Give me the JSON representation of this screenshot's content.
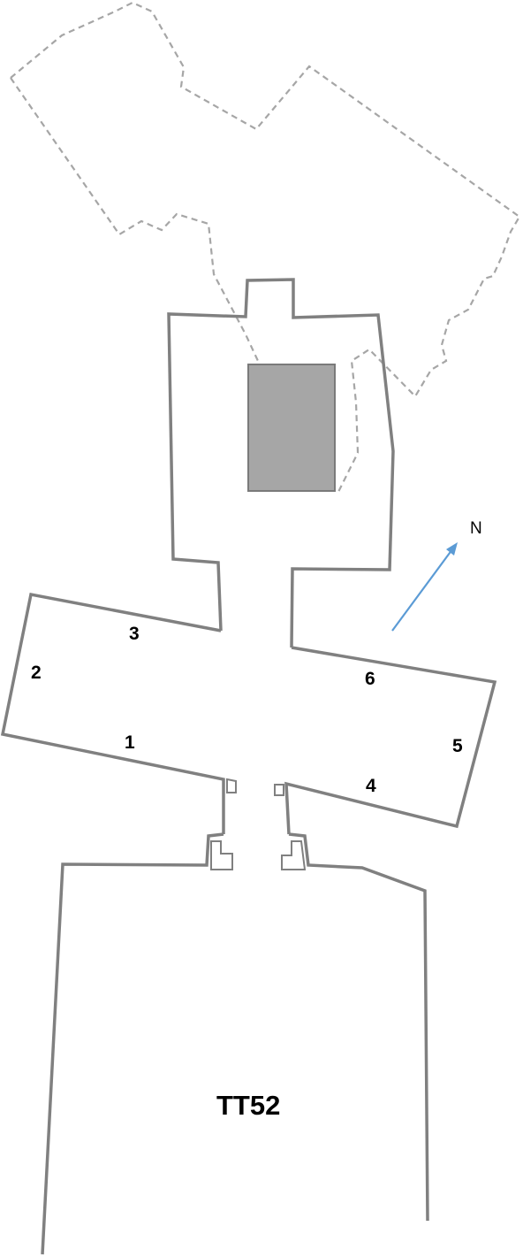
{
  "plan": {
    "tomb_label": "TT52",
    "north_label": "N",
    "wall_labels": [
      "1",
      "2",
      "3",
      "4",
      "5",
      "6"
    ]
  },
  "colors": {
    "walls": "#808080",
    "dashed_outline": "#a6a6a6",
    "shaft_fill": "#a6a6a6",
    "north_arrow": "#5b9bd5",
    "text": "#000000"
  },
  "icons": {
    "north_arrow": "north-arrow-icon"
  }
}
